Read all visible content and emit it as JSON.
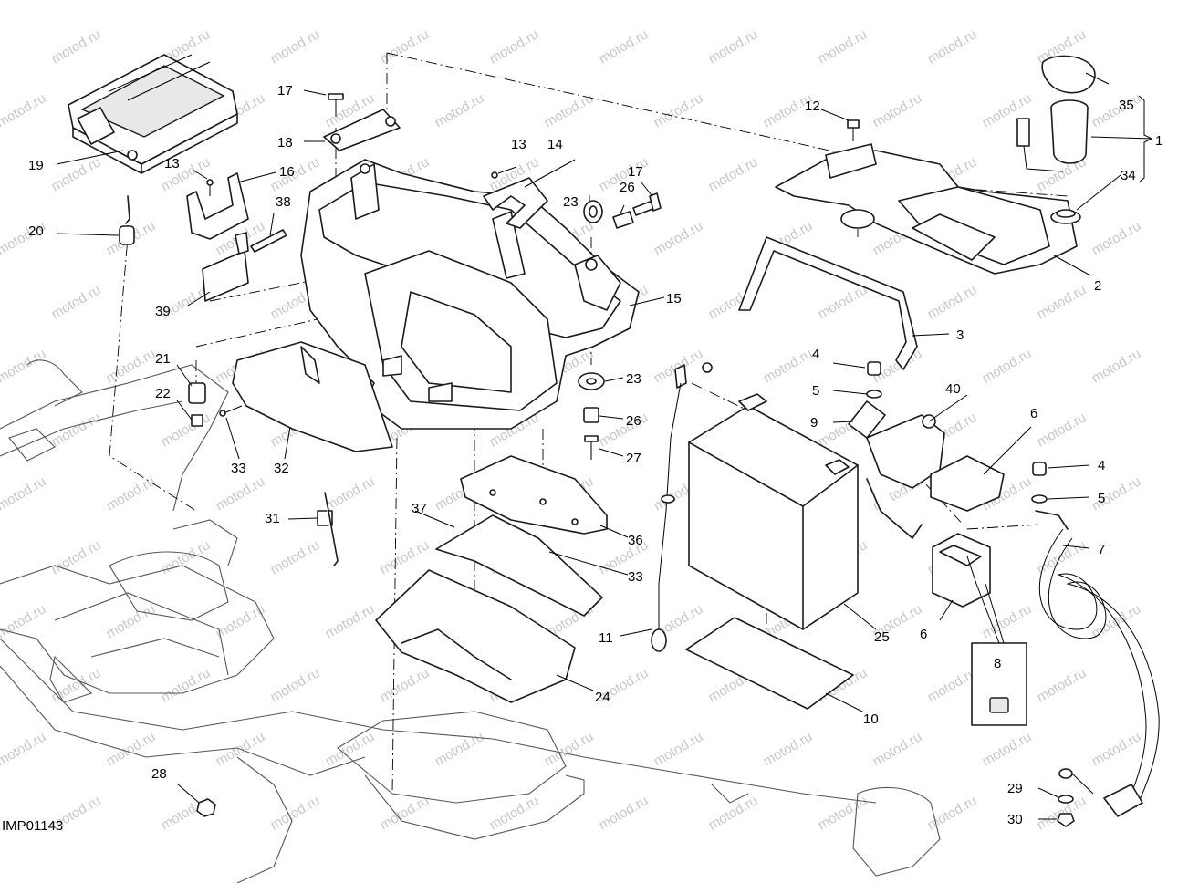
{
  "drawing_code": "IMP01143",
  "watermark_text": "motod.ru",
  "colors": {
    "line": "#1a1a1a",
    "background": "#ffffff",
    "watermark": "#c8c8c8"
  },
  "callouts": {
    "c1": "1",
    "c2": "2",
    "c3": "3",
    "c4a": "4",
    "c4b": "4",
    "c5a": "5",
    "c5b": "5",
    "c6a": "6",
    "c6b": "6",
    "c7": "7",
    "c8": "8",
    "c9": "9",
    "c10": "10",
    "c11": "11",
    "c12": "12",
    "c13a": "13",
    "c13b": "13",
    "c14": "14",
    "c15": "15",
    "c16": "16",
    "c17a": "17",
    "c17b": "17",
    "c18": "18",
    "c19": "19",
    "c20": "20",
    "c21": "21",
    "c22": "22",
    "c23a": "23",
    "c23b": "23",
    "c24": "24",
    "c25": "25",
    "c26a": "26",
    "c26b": "26",
    "c27": "27",
    "c28": "28",
    "c29": "29",
    "c30": "30",
    "c31": "31",
    "c32": "32",
    "c33a": "33",
    "c33b": "33",
    "c34": "34",
    "c35": "35",
    "c36": "36",
    "c37": "37",
    "c38": "38",
    "c39": "39",
    "c40": "40"
  }
}
